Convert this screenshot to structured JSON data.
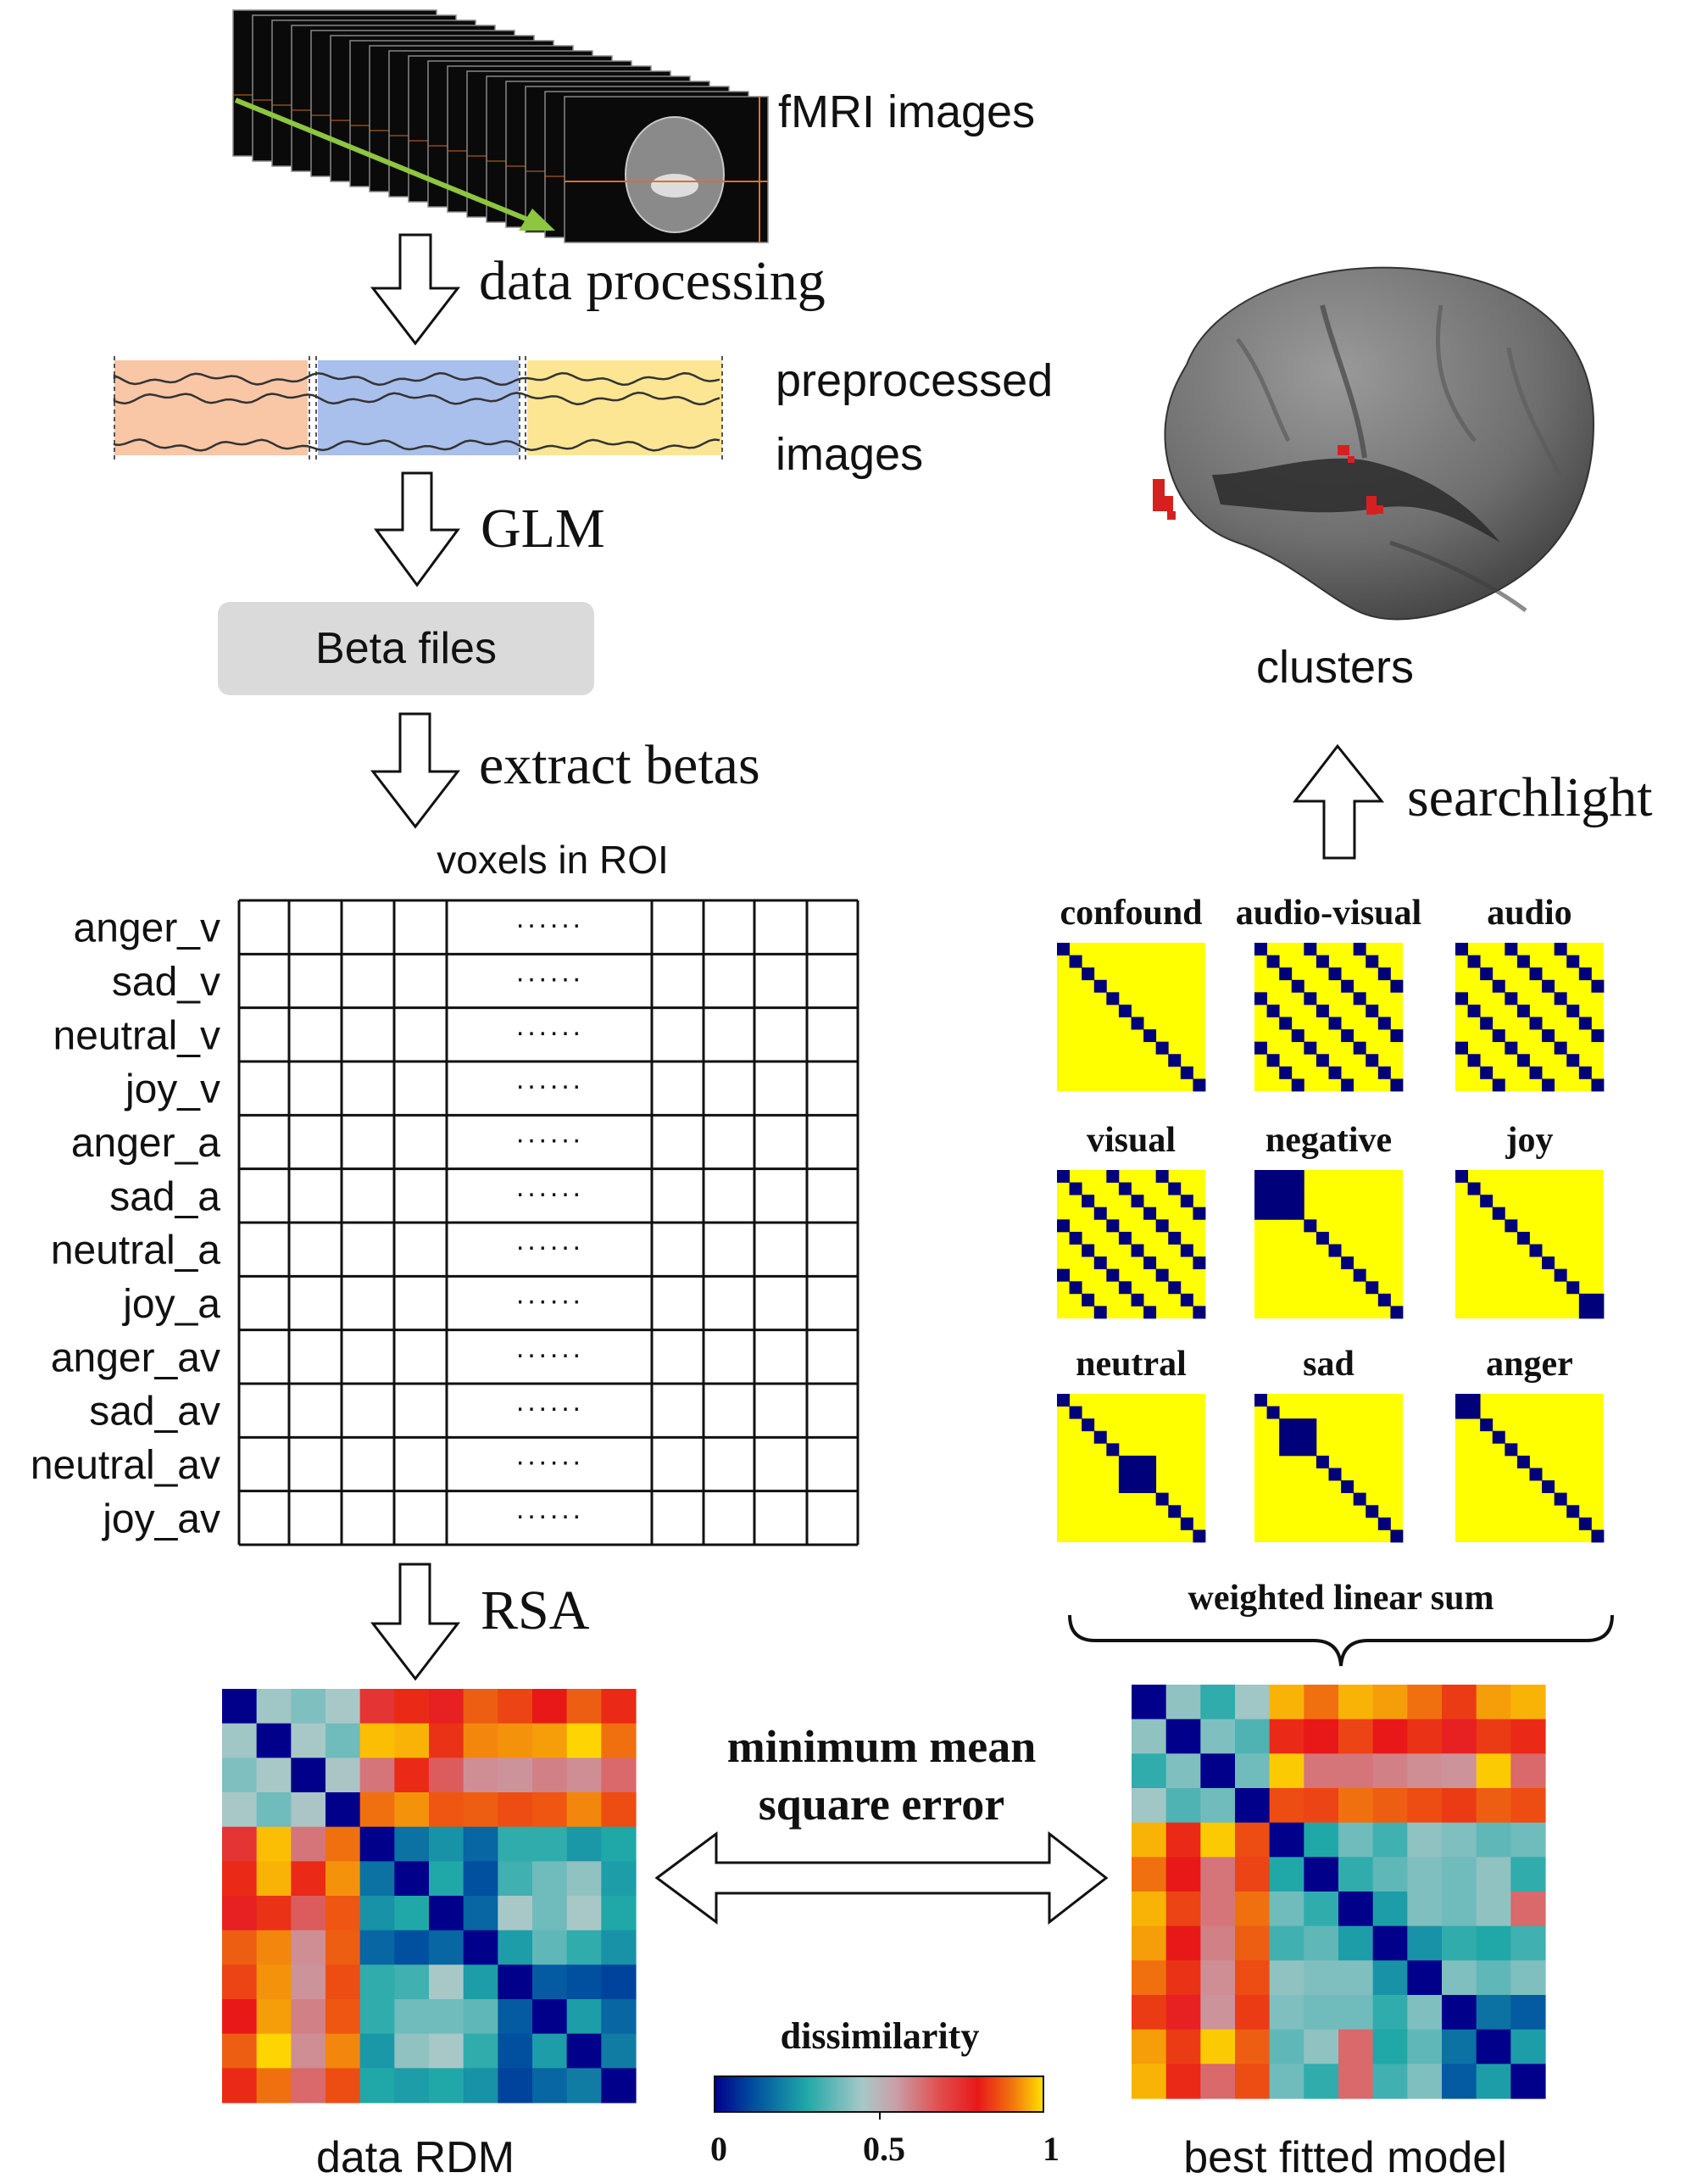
{
  "pipeline": {
    "fmri_label": "fMRI images",
    "step_data_processing": "data processing",
    "preprocessed_line1": "preprocessed",
    "preprocessed_line2": "images",
    "step_glm": "GLM",
    "beta_files": "Beta files",
    "step_extract": "extract betas",
    "voxels_header": "voxels in ROI",
    "dots": "······",
    "conditions": [
      "anger_v",
      "sad_v",
      "neutral_v",
      "joy_v",
      "anger_a",
      "sad_a",
      "neutral_a",
      "joy_a",
      "anger_av",
      "sad_av",
      "neutral_av",
      "joy_av"
    ],
    "step_rsa": "RSA",
    "data_rdm": "data RDM",
    "mmse_line1": "minimum mean",
    "mmse_line2": "square error",
    "best_model": "best fitted model",
    "weighted_sum": "weighted linear sum",
    "searchlight": "searchlight",
    "clusters": "clusters"
  },
  "models": [
    "confound",
    "audio-visual",
    "audio",
    "visual",
    "negative",
    "joy",
    "neutral",
    "sad",
    "anger"
  ],
  "colorbar": {
    "title": "dissimilarity",
    "ticks": [
      "0",
      "0.5",
      "1"
    ],
    "stops": [
      "#00008b",
      "#0050a0",
      "#20a8a8",
      "#a8c8c8",
      "#c8a0a8",
      "#e05050",
      "#e81818",
      "#f07010",
      "#ffe000"
    ]
  },
  "colors": {
    "model_bg": "#ffff00",
    "model_fg": "#00007a",
    "orange": "#f9c6a6",
    "blue": "#a9bfec",
    "yellow": "#fce693",
    "arrow_green": "#8dc63f",
    "beta_box": "#dadada"
  },
  "data_rdm_values": [
    [
      0.0,
      0.44,
      0.4,
      0.45,
      0.74,
      0.82,
      0.78,
      0.88,
      0.85,
      0.8,
      0.88,
      0.82
    ],
    [
      0.44,
      0.0,
      0.45,
      0.38,
      0.97,
      0.96,
      0.83,
      0.92,
      0.93,
      0.94,
      0.99,
      0.9
    ],
    [
      0.4,
      0.45,
      0.0,
      0.46,
      0.62,
      0.82,
      0.66,
      0.58,
      0.57,
      0.6,
      0.58,
      0.64
    ],
    [
      0.45,
      0.38,
      0.46,
      0.0,
      0.9,
      0.93,
      0.87,
      0.88,
      0.86,
      0.87,
      0.92,
      0.86
    ],
    [
      0.74,
      0.97,
      0.62,
      0.9,
      0.0,
      0.18,
      0.24,
      0.16,
      0.3,
      0.3,
      0.25,
      0.28
    ],
    [
      0.82,
      0.96,
      0.82,
      0.93,
      0.18,
      0.0,
      0.28,
      0.12,
      0.32,
      0.38,
      0.42,
      0.26
    ],
    [
      0.78,
      0.83,
      0.66,
      0.87,
      0.24,
      0.28,
      0.0,
      0.16,
      0.45,
      0.38,
      0.45,
      0.28
    ],
    [
      0.88,
      0.92,
      0.58,
      0.88,
      0.16,
      0.12,
      0.16,
      0.0,
      0.26,
      0.36,
      0.3,
      0.24
    ],
    [
      0.85,
      0.93,
      0.57,
      0.86,
      0.3,
      0.32,
      0.45,
      0.26,
      0.0,
      0.14,
      0.12,
      0.1
    ],
    [
      0.8,
      0.94,
      0.6,
      0.87,
      0.3,
      0.38,
      0.38,
      0.36,
      0.14,
      0.0,
      0.26,
      0.16
    ],
    [
      0.88,
      0.99,
      0.58,
      0.92,
      0.25,
      0.42,
      0.45,
      0.3,
      0.12,
      0.26,
      0.0,
      0.2
    ],
    [
      0.82,
      0.9,
      0.64,
      0.86,
      0.28,
      0.26,
      0.28,
      0.24,
      0.1,
      0.16,
      0.2,
      0.0
    ]
  ],
  "model_rdm_values": [
    [
      0.0,
      0.42,
      0.3,
      0.44,
      0.96,
      0.9,
      0.96,
      0.94,
      0.9,
      0.84,
      0.94,
      0.96
    ],
    [
      0.42,
      0.0,
      0.4,
      0.34,
      0.82,
      0.8,
      0.85,
      0.8,
      0.83,
      0.78,
      0.84,
      0.82
    ],
    [
      0.3,
      0.4,
      0.0,
      0.38,
      0.98,
      0.62,
      0.62,
      0.6,
      0.58,
      0.57,
      0.98,
      0.64
    ],
    [
      0.44,
      0.34,
      0.38,
      0.0,
      0.86,
      0.85,
      0.9,
      0.88,
      0.86,
      0.84,
      0.88,
      0.86
    ],
    [
      0.96,
      0.82,
      0.98,
      0.86,
      0.0,
      0.28,
      0.38,
      0.32,
      0.42,
      0.4,
      0.36,
      0.38
    ],
    [
      0.9,
      0.8,
      0.62,
      0.85,
      0.28,
      0.0,
      0.3,
      0.36,
      0.4,
      0.38,
      0.42,
      0.3
    ],
    [
      0.96,
      0.85,
      0.62,
      0.9,
      0.38,
      0.3,
      0.0,
      0.26,
      0.4,
      0.38,
      0.42,
      0.64
    ],
    [
      0.94,
      0.8,
      0.6,
      0.88,
      0.32,
      0.36,
      0.26,
      0.0,
      0.24,
      0.3,
      0.28,
      0.32
    ],
    [
      0.9,
      0.83,
      0.58,
      0.86,
      0.42,
      0.4,
      0.4,
      0.24,
      0.0,
      0.4,
      0.36,
      0.4
    ],
    [
      0.84,
      0.78,
      0.57,
      0.84,
      0.4,
      0.38,
      0.38,
      0.3,
      0.4,
      0.0,
      0.18,
      0.14
    ],
    [
      0.94,
      0.84,
      0.98,
      0.88,
      0.36,
      0.42,
      0.64,
      0.28,
      0.36,
      0.18,
      0.0,
      0.26
    ],
    [
      0.96,
      0.82,
      0.64,
      0.86,
      0.38,
      0.3,
      0.64,
      0.32,
      0.4,
      0.14,
      0.26,
      0.0
    ]
  ]
}
